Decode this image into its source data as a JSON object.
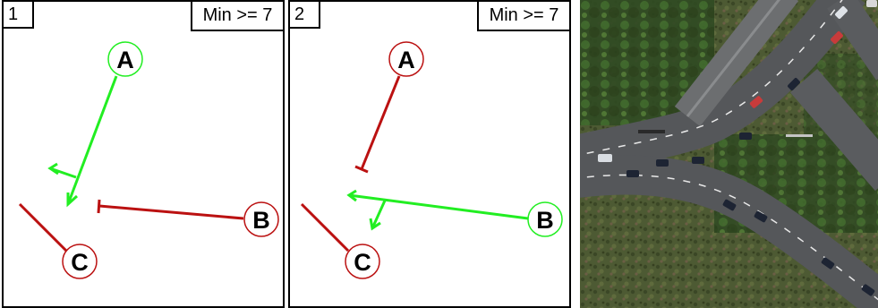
{
  "colors": {
    "permitted": "#22ee22",
    "prohibited": "#bb1111",
    "border": "#000000"
  },
  "panels": [
    {
      "number": "1",
      "label": "Min >= 7",
      "nodes": [
        {
          "text": "A",
          "color": "permitted"
        },
        {
          "text": "B",
          "color": "prohibited"
        },
        {
          "text": "C",
          "color": "prohibited"
        }
      ]
    },
    {
      "number": "2",
      "label": "Min >= 7",
      "nodes": [
        {
          "text": "A",
          "color": "prohibited"
        },
        {
          "text": "B",
          "color": "permitted"
        },
        {
          "text": "C",
          "color": "prohibited"
        }
      ]
    }
  ],
  "aerial_image": {
    "icon": "aerial-road-junction-photo"
  }
}
